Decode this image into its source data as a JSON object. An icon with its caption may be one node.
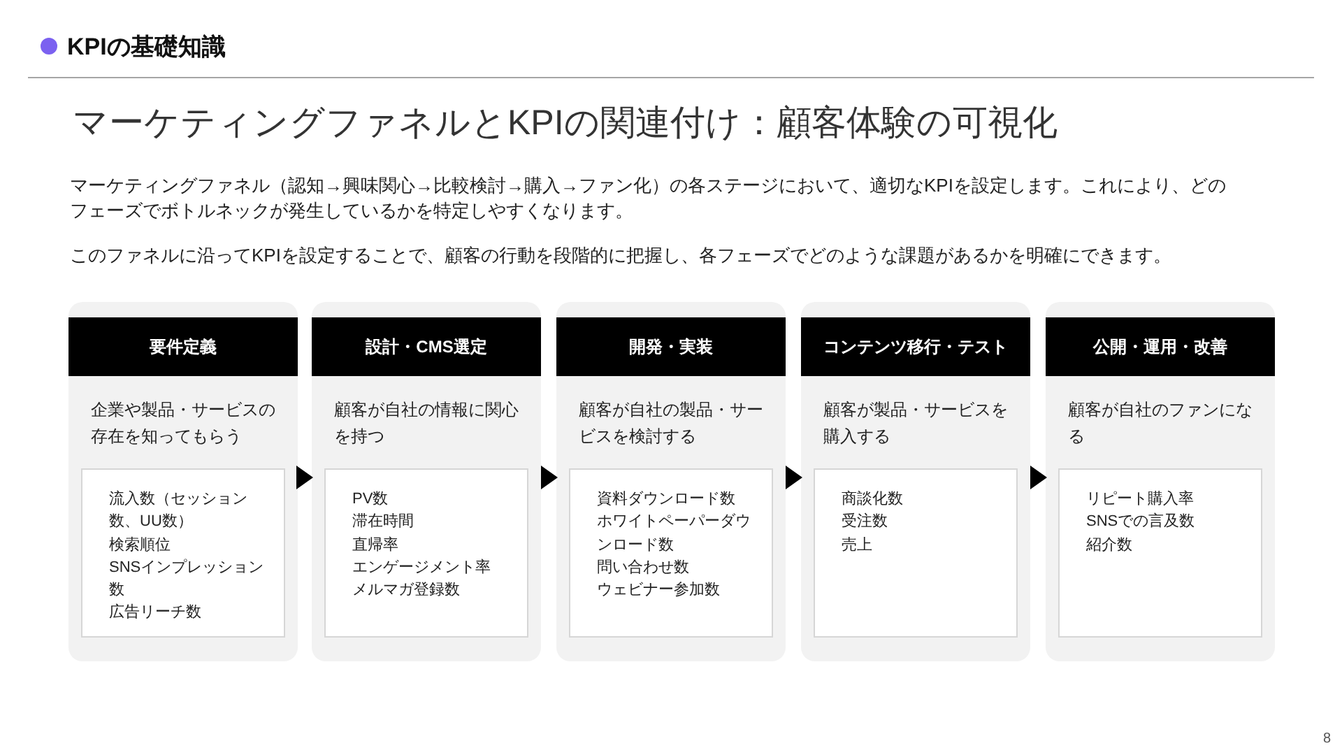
{
  "diagram": {
    "title": "マーケティングファネルとKPIの関連付け：顧客体験の可視化",
    "nodes": [
      {
        "text": [
          "要件定義",
          "企業や製品・サービスの存在を知ってもらう"
        ]
      },
      {
        "text": [
          "流入数（セッション数、UU数）",
          "検索順位",
          "SNSインプレッション数",
          "広告リーチ数"
        ],
        "in": 0
      },
      {
        "text": [
          "設計・CMS選定",
          "顧客が自社の情報に関心を持つ"
        ]
      },
      {
        "text": [
          "PV数",
          "滞在時間",
          "直帰率",
          "エンゲージメント率",
          "メルマガ登録数"
        ],
        "in": 2
      },
      {
        "text": [
          "開発・実装",
          "顧客が自社の製品・サービスを検討する"
        ]
      },
      {
        "text": [
          "資料ダウンロード数",
          "ホワイトペーパーダウンロード数",
          "問い合わせ数",
          "ウェビナー参加数"
        ],
        "in": 4
      },
      {
        "text": [
          "コンテンツ移行・テスト",
          "顧客が製品・サービスを購入する"
        ]
      },
      {
        "text": [
          "商談化数",
          "受注数",
          "売上"
        ],
        "in": 6
      },
      {
        "text": [
          "公開・運用・改善",
          "顧客が自社のファンになる"
        ]
      },
      {
        "text": [
          "リピート購入率",
          "SNSでの言及数",
          "紹介数"
        ],
        "in": 8
      }
    ],
    "edges": [
      {
        "from": 0,
        "to": 2,
        "arrow": "to"
      },
      {
        "from": 2,
        "to": 4,
        "arrow": "to"
      },
      {
        "from": 4,
        "to": 6,
        "arrow": "to"
      },
      {
        "from": 6,
        "to": 8,
        "arrow": "to"
      }
    ],
    "labels": [
      "KPIの基礎知識",
      "マーケティングファネル（認知→興味関心→比較検討→購入→ファン化）の各ステージにおいて、適切なKPIを設定します。これにより、どのフェーズでボトルネックが発生しているかを特定しやすくなります。",
      "このファネルに沿ってKPIを設定することで、顧客の行動を段階的に把握し、各フェーズでどのような課題があるかを明確にできます。",
      "8"
    ]
  }
}
